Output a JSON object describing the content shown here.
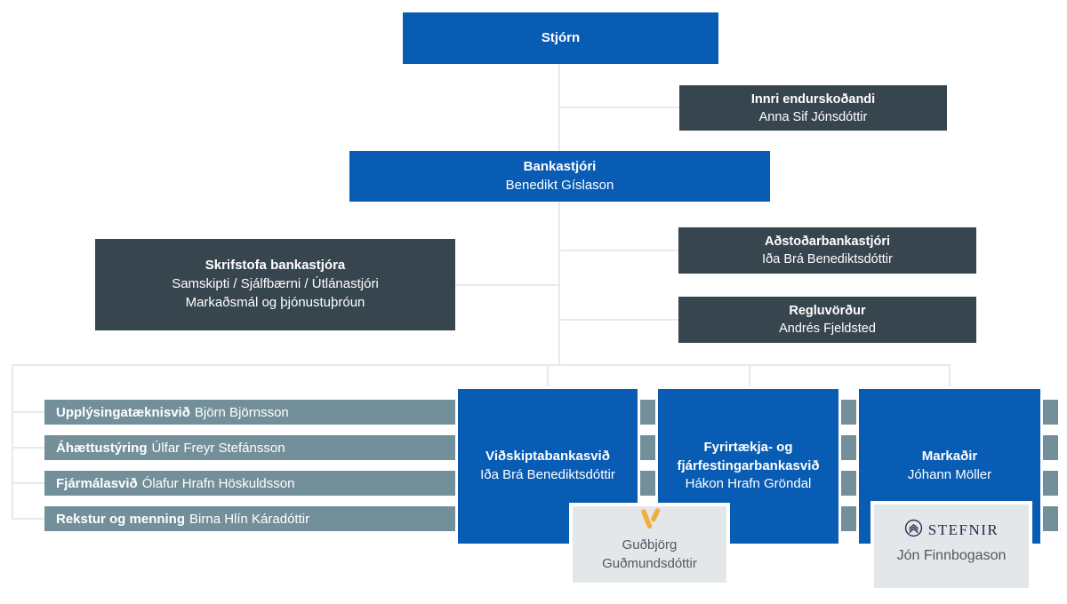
{
  "colors": {
    "primary_blue": "#085CB3",
    "dark_slate": "#37454F",
    "bar_gray_green": "#73909A",
    "light_gray_card": "#E3E7E9",
    "connector_line": "#E3EAF0",
    "vordur_gold": "#F2AE3B",
    "stefnir_navy": "#222F49"
  },
  "nodes": {
    "stjorn": {
      "title": "Stjórn"
    },
    "innri_endurskodandi": {
      "title": "Innri endurskoðandi",
      "name": "Anna Sif Jónsdóttir"
    },
    "bankastjori": {
      "title": "Bankastjóri",
      "name": "Benedikt Gíslason"
    },
    "skrifstofa": {
      "title": "Skrifstofa bankastjóra",
      "line2": "Samskipti / Sjálfbærni / Útlánastjóri",
      "line3": "Markaðsmál og þjónustuþróun"
    },
    "adstodarbankastjori": {
      "title": "Aðstoðarbankastjóri",
      "name": "Iða Brá Benediktsdóttir"
    },
    "regluvordur": {
      "title": "Regluvörður",
      "name": "Andrés Fjeldsted"
    }
  },
  "bars": [
    {
      "dept": "Upplýsingatæknisvið",
      "name": "Björn Björnsson"
    },
    {
      "dept": "Áhættustýring",
      "name": "Úlfar Freyr Stefánsson"
    },
    {
      "dept": "Fjármálasvið",
      "name": "Ólafur Hrafn Höskuldsson"
    },
    {
      "dept": "Rekstur og menning",
      "name": "Birna Hlín Káradóttir"
    }
  ],
  "divisions": [
    {
      "title": "Viðskiptabankasvið",
      "name": "Iða Brá Benediktsdóttir"
    },
    {
      "title": "Fyrirtækja- og fjárfestingarbankasvið",
      "name": "Hákon Hrafn Gröndal"
    },
    {
      "title": "Markaðir",
      "name": "Jóhann Möller"
    }
  ],
  "subsidiaries": [
    {
      "name": "Guðbjörg Guðmundsdóttir"
    },
    {
      "wordmark": "STEFNIR",
      "name": "Jón Finnbogason"
    }
  ]
}
